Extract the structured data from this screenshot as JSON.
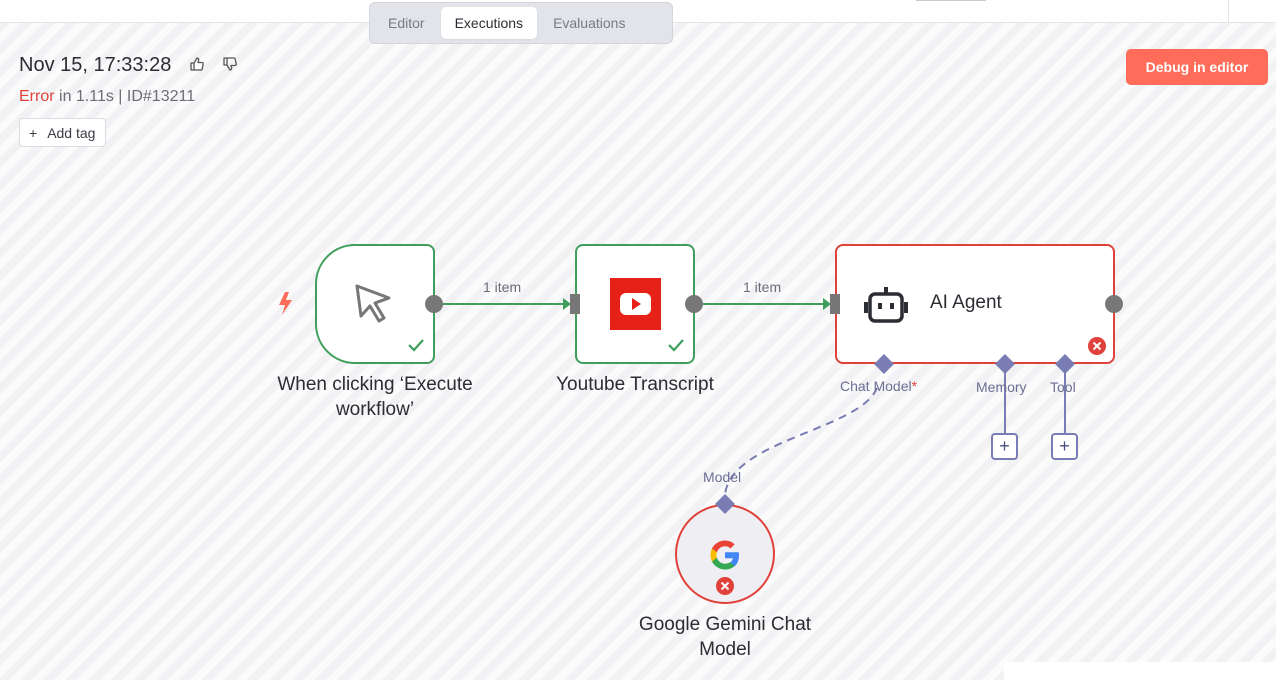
{
  "tabs": [
    {
      "label": "Editor",
      "active": false
    },
    {
      "label": "Executions",
      "active": true
    },
    {
      "label": "Evaluations",
      "active": false
    }
  ],
  "execution": {
    "datetime": "Nov 15, 17:33:28",
    "status": "Error",
    "duration": " in 1.11s | ID#13211",
    "add_tag": "Add tag"
  },
  "debug_button": "Debug in editor",
  "nodes": {
    "trigger": {
      "label": "When clicking ‘Execute workflow’",
      "status": "success"
    },
    "youtube": {
      "label": "Youtube Transcript",
      "status": "success"
    },
    "agent": {
      "label": "AI Agent",
      "status": "error"
    },
    "gemini": {
      "label": "Google Gemini Chat Model",
      "status": "error"
    }
  },
  "connections": [
    {
      "from": "trigger",
      "to": "youtube",
      "label": "1 item"
    },
    {
      "from": "youtube",
      "to": "agent",
      "label": "1 item"
    }
  ],
  "agent_inputs": {
    "chat_model": "Chat Model",
    "chat_model_required": "*",
    "memory": "Memory",
    "tool": "Tool"
  },
  "gemini_output": "Model",
  "colors": {
    "success": "#3f9e5b",
    "error": "#e0413a",
    "accent": "#ff6d5a",
    "sub_connector": "#7a7db3"
  }
}
